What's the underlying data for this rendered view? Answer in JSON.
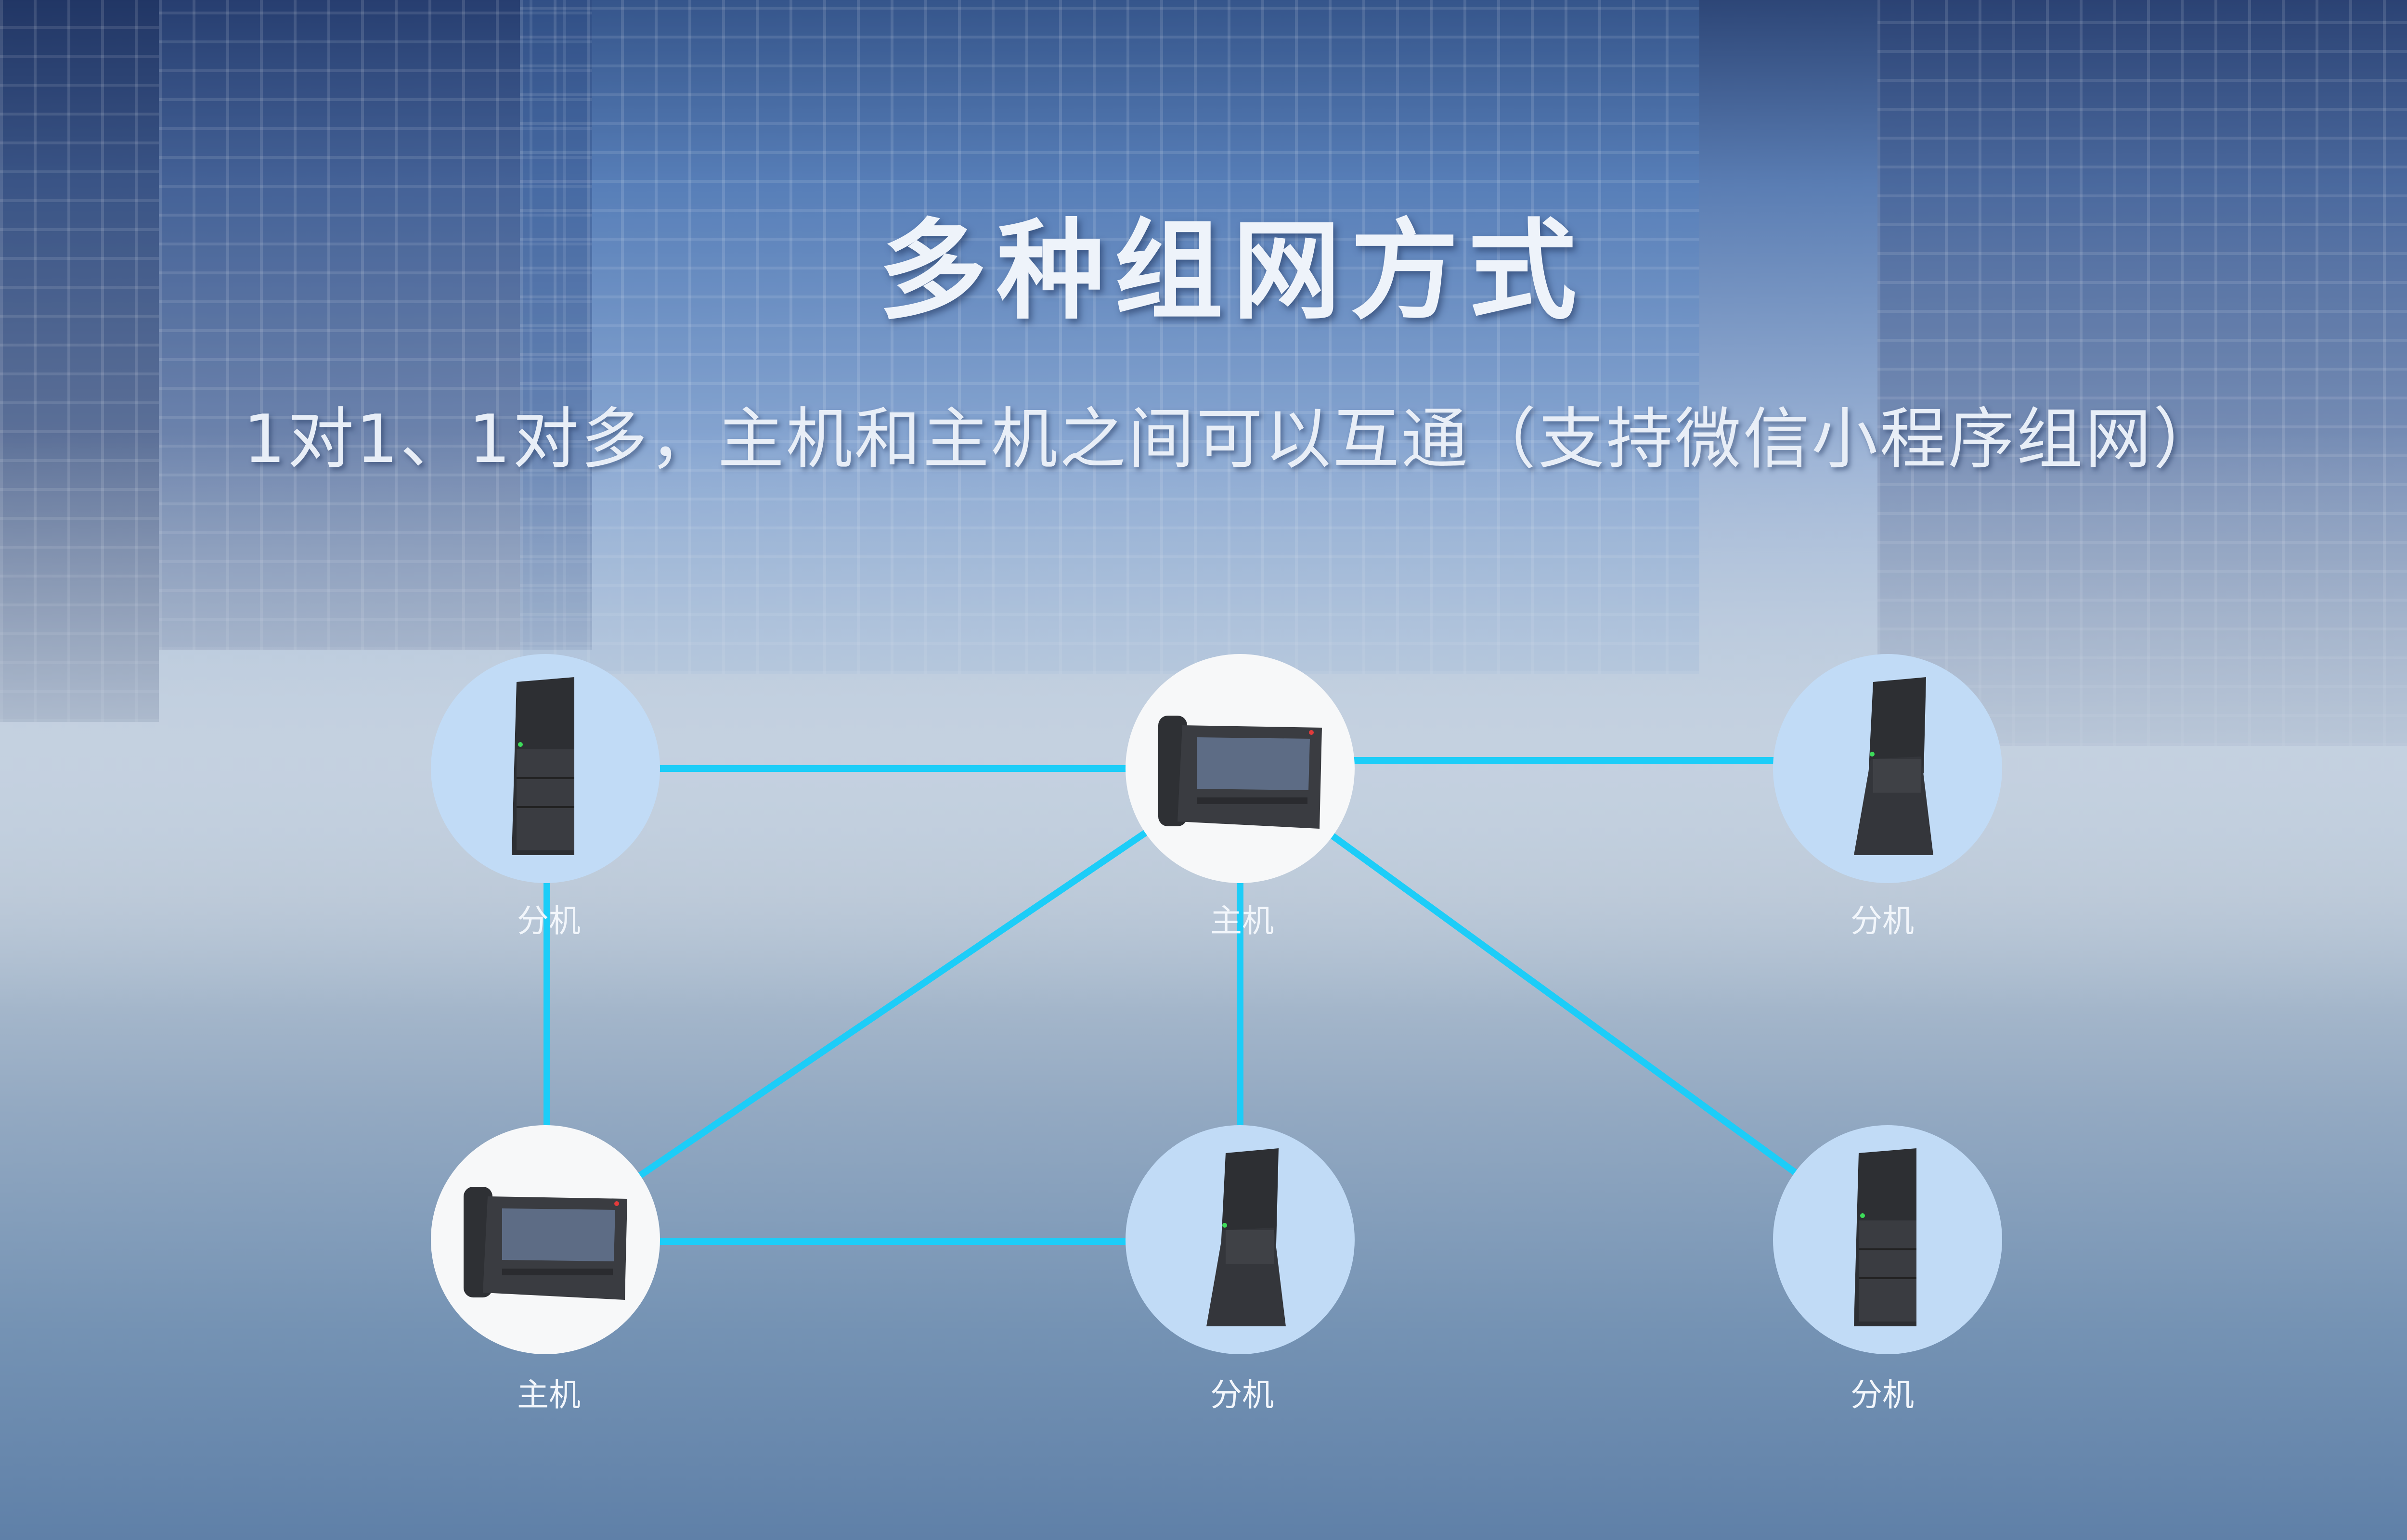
{
  "title": "多种组网方式",
  "subtitle": "1对1、1对多，主机和主机之间可以互通（支持微信小程序组网）",
  "colors": {
    "link": "#1ccdf8",
    "extension_circle": "#c1dbf6",
    "host_circle": "#f7f8f9"
  },
  "nodes": [
    {
      "label": "分机",
      "type": "extension-handset"
    },
    {
      "label": "主机",
      "type": "host-desk-phone"
    },
    {
      "label": "分机",
      "type": "extension-handset-stand"
    },
    {
      "label": "主机",
      "type": "host-desk-phone"
    },
    {
      "label": "分机",
      "type": "extension-handset-stand"
    },
    {
      "label": "分机",
      "type": "extension-handset"
    }
  ]
}
